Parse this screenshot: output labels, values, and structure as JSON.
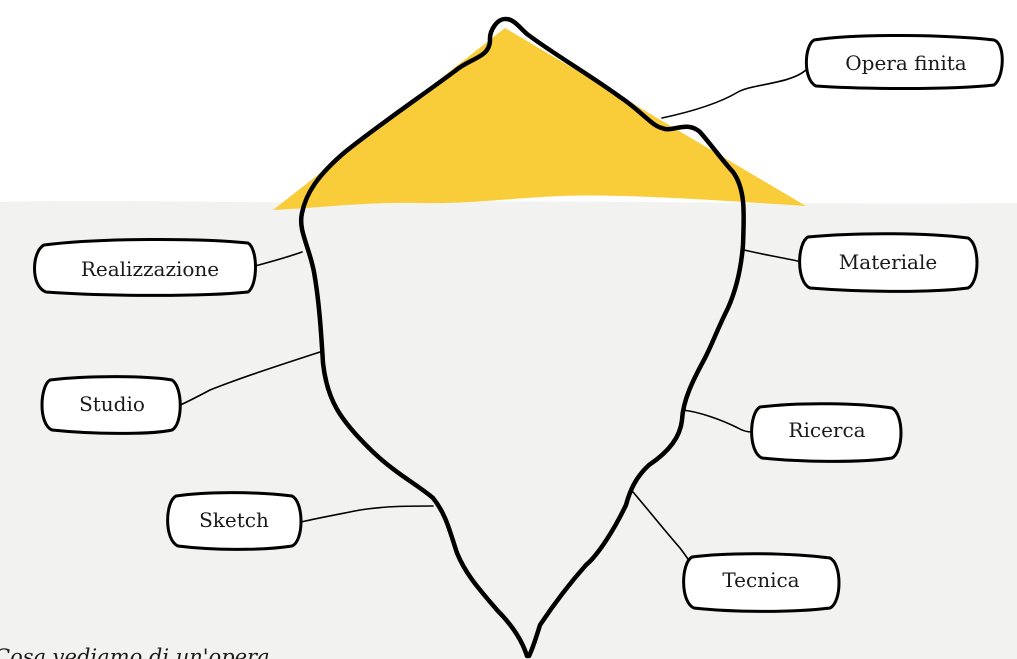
{
  "diagram": {
    "caption": "Cosa vediamo di un'opera",
    "labels": {
      "opera_finita": "Opera finita",
      "realizzazione": "Realizzazione",
      "materiale": "Materiale",
      "studio": "Studio",
      "ricerca": "Ricerca",
      "sketch": "Sketch",
      "tecnica": "Tecnica"
    }
  },
  "colors": {
    "tip": "#F9CC3A",
    "water": "#F2F2F0",
    "outline": "#000000",
    "bubble_fill": "#FFFFFF"
  }
}
